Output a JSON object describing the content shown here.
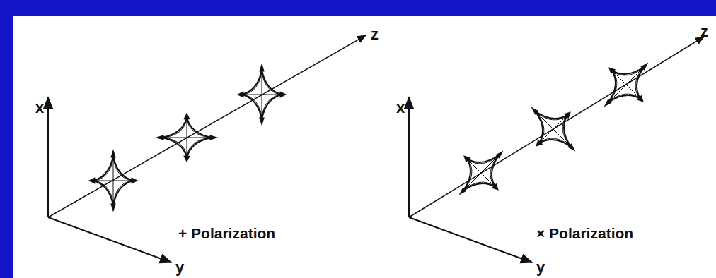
{
  "diagram": {
    "labels": [
      "x",
      "z",
      "y",
      "+ Polarization",
      "x",
      "z",
      "y",
      "× Polarization"
    ]
  }
}
